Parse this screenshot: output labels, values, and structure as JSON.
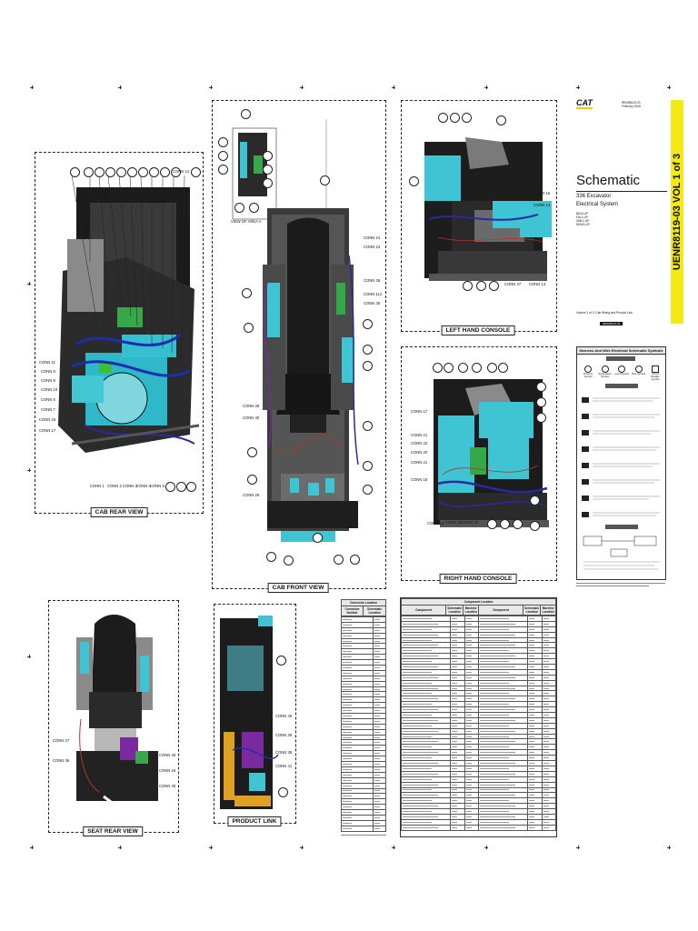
{
  "title_block": {
    "doc_number": "RENR8119-03",
    "date": "February 2008",
    "brand": "CAT",
    "title": "Schematic",
    "subtitle_1": "336 Excavator",
    "subtitle_2": "Electrical System",
    "serials": [
      "B6J1-UP",
      "FAL1-UP",
      "GML1-UP",
      "DKW1-UP"
    ],
    "volume_note": "Volume 1 of 3: Cab Wiring and Product Link",
    "band_text": "UENR8119-03 VOL 1 of 3",
    "black_label": "RENR8119-03"
  },
  "legend": {
    "title": "Harness And Wire Electrical Schematic Symbols",
    "symbols": [
      "Pressure Symbol",
      "Temperature Symbol",
      "Level Symbol",
      "Flow Symbol",
      "Circuit Breaker Symbol"
    ]
  },
  "panels": {
    "cab_rear": {
      "caption": "CAB REAR VIEW"
    },
    "cab_front": {
      "caption": "CAB FRONT VIEW"
    },
    "left_console": {
      "caption": "LEFT HAND CONSOLE"
    },
    "right_console": {
      "caption": "RIGHT HAND CONSOLE"
    },
    "seat_rear": {
      "caption": "SEAT REAR VIEW"
    },
    "product_link": {
      "caption": "PRODUCT LINK"
    }
  },
  "labels": {
    "cab_rear_left": [
      "CONN 11",
      "CONN 8",
      "CONN 9",
      "CONN 10",
      "CONN 6",
      "CONN 7",
      "CONN 16",
      "CONN 17"
    ],
    "cab_rear_bottom": [
      "CONN 1",
      "CONN 2",
      "CONN 3",
      "CONN 4",
      "CONN 5"
    ],
    "cab_rear_top": "CONN 12",
    "cab_front_right": [
      "CONN 24",
      "CONN 23",
      "CONN 36",
      "CONN 112",
      "CONN 35"
    ],
    "cab_front_left": [
      "CONN 38",
      "CONN 40",
      "CONN 26"
    ],
    "view_area": "VIEW OF AREA A",
    "left_console": [
      "CONN 15",
      "CONN 14",
      "CONN 13",
      "CONN 37"
    ],
    "right_console_left": [
      "CONN 17",
      "CONN 21",
      "CONN 22",
      "CONN 20",
      "CONN 21",
      "CONN 18"
    ],
    "right_console_bottom": [
      "CONN 19",
      "CONN 33",
      "CONN 32"
    ],
    "seat_rear_left": [
      "CONN 27",
      "CONN 36"
    ],
    "seat_rear_right": [
      "CONN 28",
      "CONN 29",
      "CONN 30"
    ],
    "product_link": [
      "CONN 40",
      "CONN 39",
      "CONN 38",
      "CONN 41"
    ]
  },
  "component_location": {
    "title": "Component Location",
    "headers": [
      "Component",
      "Schematic Location",
      "Machine Location",
      "Component",
      "Schematic Location",
      "Machine Location"
    ]
  },
  "connector_location": {
    "title": "Connector Location",
    "headers": [
      "Connector Number",
      "Schematic Location"
    ]
  }
}
